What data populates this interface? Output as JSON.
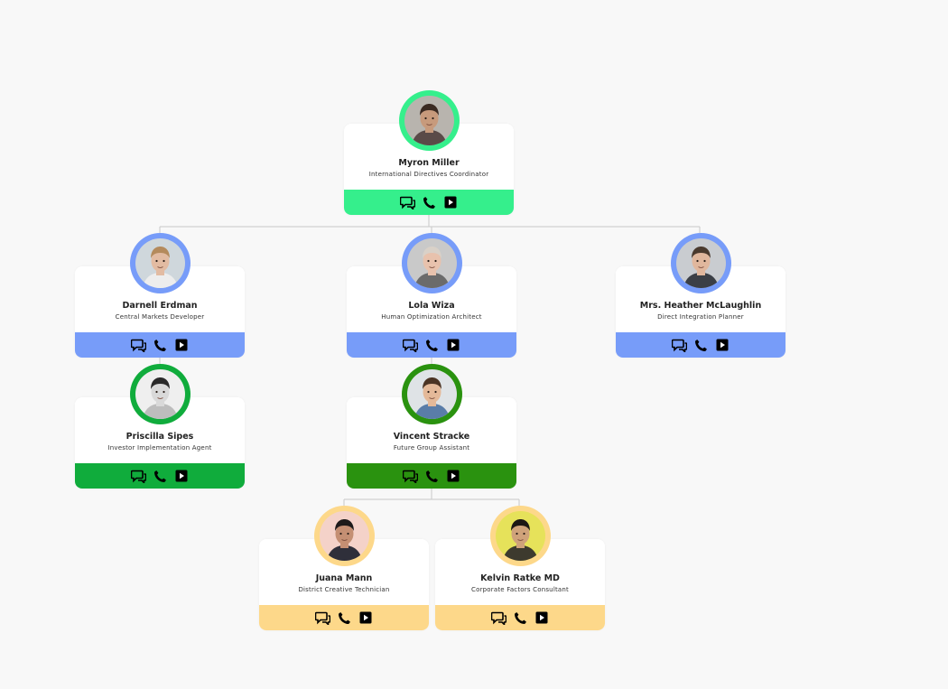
{
  "nodes": [
    {
      "id": "n1",
      "name": "Myron Miller",
      "title": "International Directives Coordinator",
      "color": "#35ef8c",
      "skin": "#c79a7c",
      "hair": "#3b2a22",
      "bg": "#b8b4ae",
      "shirt": "#5a4a48"
    },
    {
      "id": "n2",
      "name": "Darnell Erdman",
      "title": "Central Markets Developer",
      "color": "#779cf9",
      "skin": "#e2bba2",
      "hair": "#b48a5c",
      "bg": "#cfd7dc",
      "shirt": "#ededed"
    },
    {
      "id": "n3",
      "name": "Lola Wiza",
      "title": "Human Optimization Architect",
      "color": "#779cf9",
      "skin": "#e8c2ad",
      "hair": "#d9d1c8",
      "bg": "#c9c9c9",
      "shirt": "#6b6b6b"
    },
    {
      "id": "n4",
      "name": "Mrs. Heather McLaughlin",
      "title": "Direct Integration Planner",
      "color": "#779cf9",
      "skin": "#e0b79d",
      "hair": "#4a3a2e",
      "bg": "#c9ccd0",
      "shirt": "#3b3f46"
    },
    {
      "id": "n5",
      "name": "Priscilla Sipes",
      "title": "Investor Implementation Agent",
      "color": "#10ac3c",
      "skin": "#d9d9d9",
      "hair": "#2a2a2a",
      "bg": "#efefef",
      "shirt": "#bdbdbd"
    },
    {
      "id": "n6",
      "name": "Vincent Stracke",
      "title": "Future Group Assistant",
      "color": "#2a920f",
      "skin": "#e4b999",
      "hair": "#4b3424",
      "bg": "#dfe3e6",
      "shirt": "#5a7da8"
    },
    {
      "id": "n7",
      "name": "Juana Mann",
      "title": "District Creative Technician",
      "color": "#fdd88a",
      "skin": "#c48f73",
      "hair": "#1d1a1a",
      "bg": "#f4d2c9",
      "shirt": "#2f2f3a"
    },
    {
      "id": "n8",
      "name": "Kelvin Ratke MD",
      "title": "Corporate Factors Consultant",
      "color": "#fdd88a",
      "skin": "#cfa27a",
      "hair": "#1c1714",
      "bg": "#e6e25a",
      "shirt": "#3d3a2e"
    }
  ],
  "actions": {
    "message": "message-icon",
    "call": "phone-icon",
    "video": "video-icon"
  }
}
